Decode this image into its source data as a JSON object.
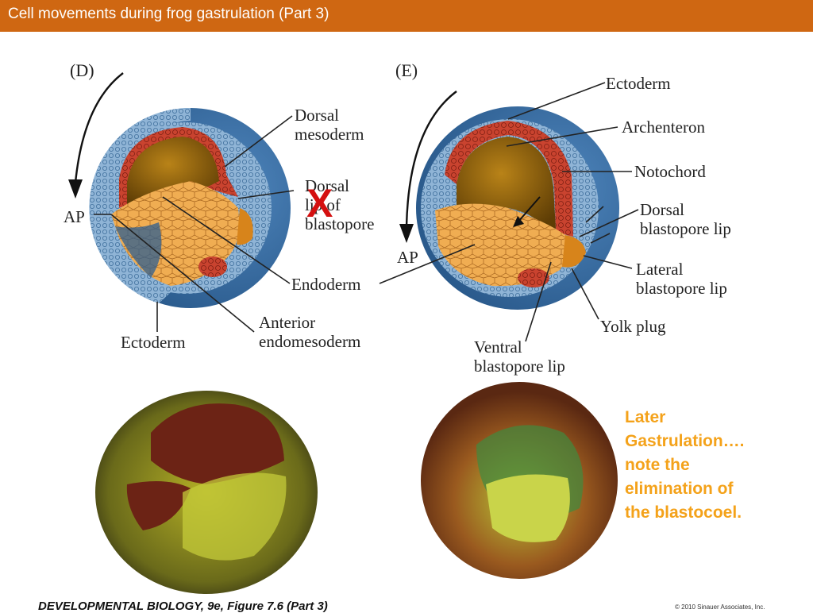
{
  "header": {
    "title": "Cell movements during frog gastrulation (Part 3)"
  },
  "panels": {
    "d": "(D)",
    "e": "(E)"
  },
  "labels_d": {
    "dorsal_mesoderm": "Dorsal\nmesoderm",
    "dorsal_lip": "Dorsal\nlip of\nblastopore",
    "ap": "AP",
    "endoderm": "Endoderm",
    "anterior_endomesoderm": "Anterior\nendomesoderm",
    "ectoderm": "Ectoderm"
  },
  "labels_e": {
    "ectoderm": "Ectoderm",
    "archenteron": "Archenteron",
    "notochord": "Notochord",
    "dorsal_blastopore_lip": "Dorsal\nblastopore lip",
    "ap": "AP",
    "lateral_blastopore_lip": "Lateral\nblastopore lip",
    "yolk_plug": "Yolk plug",
    "ventral_blastopore_lip": "Ventral\nblastopore lip"
  },
  "annotation": {
    "x_mark": "X"
  },
  "note": "Later\nGastrulation….\nnote the\nelimination of\nthe blastocoel.",
  "caption": "DEVELOPMENTAL BIOLOGY, 9e, Figure 7.6 (Part 3)",
  "copyright": "© 2010 Sinauer Associates, Inc.",
  "colors": {
    "header": "#cf6712",
    "note": "#f4a21a",
    "x_mark": "#d41010"
  }
}
